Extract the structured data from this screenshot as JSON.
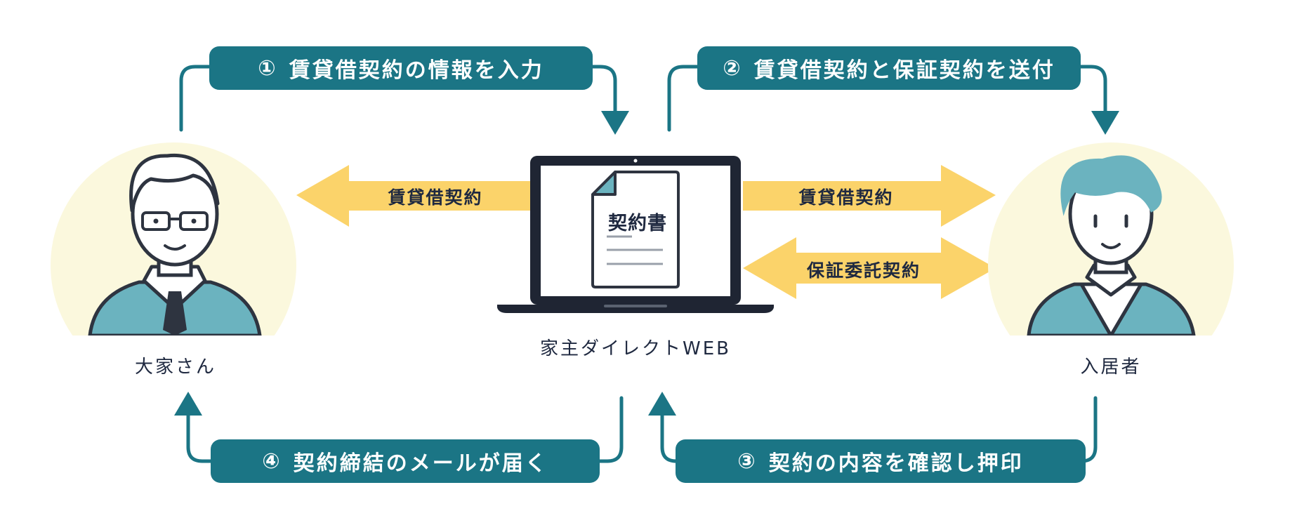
{
  "steps": [
    {
      "num": "①",
      "text": "賃貸借契約の情報を入力"
    },
    {
      "num": "②",
      "text": "賃貸借契約と保証契約を送付"
    },
    {
      "num": "③",
      "text": "契約の内容を確認し押印"
    },
    {
      "num": "④",
      "text": "契約締結のメールが届く"
    }
  ],
  "arrows": {
    "to_owner": "賃貸借契約",
    "to_tenant_lease": "賃貸借契約",
    "guarantee": "保証委託契約"
  },
  "actors": {
    "owner": "大家さん",
    "system": "家主ダイレクトWEB",
    "tenant": "入居者"
  },
  "document": {
    "title": "契約書"
  },
  "colors": {
    "teal": "#1b7585",
    "arrow_yellow": "#fbd36a",
    "circle_bg": "#fbf8dd",
    "figure_teal": "#6bb3bf",
    "outline": "#2e3440"
  }
}
